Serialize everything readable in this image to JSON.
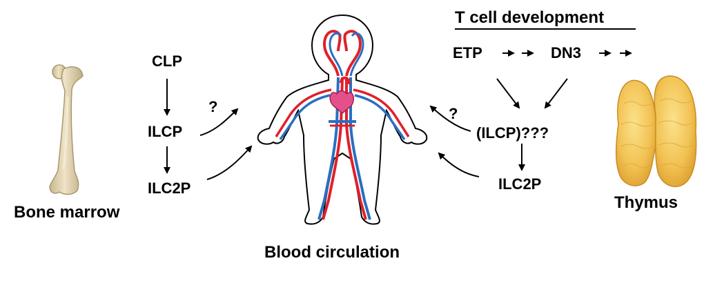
{
  "labels": {
    "bone_marrow": "Bone marrow",
    "blood_circulation": "Blood circulation",
    "thymus": "Thymus",
    "t_cell_title": "T cell development",
    "clp": "CLP",
    "ilcp_left": "ILCP",
    "ilc2p_left": "ILC2P",
    "question_left": "?",
    "etp": "ETP",
    "dn3": "DN3",
    "ilcp_right": "(ILCP)???",
    "ilc2p_right": "ILC2P",
    "question_right": "?"
  },
  "colors": {
    "bone": "#e3d3ad",
    "artery": "#e0202a",
    "vein": "#2a6fc0",
    "heart": "#e6508a",
    "thymus": "#f2c253"
  }
}
